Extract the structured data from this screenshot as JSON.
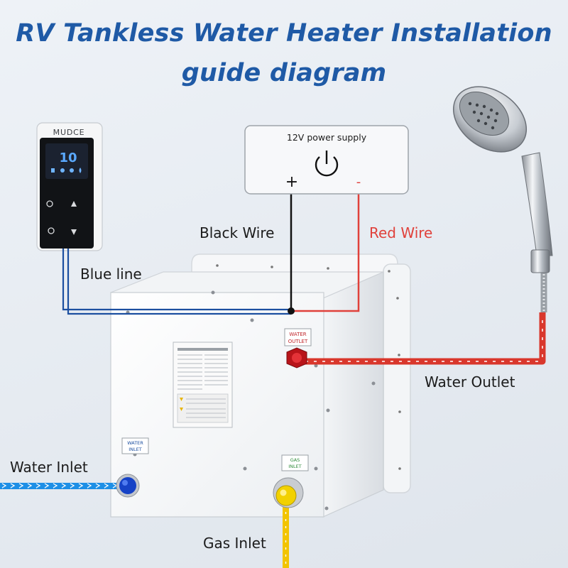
{
  "title": {
    "line1": "RV Tankless Water Heater Installation",
    "line2": "guide diagram"
  },
  "power_supply": {
    "label": "12V power supply",
    "plus": "+",
    "minus": "-"
  },
  "controller": {
    "brand": "MUDCE",
    "display": "10"
  },
  "labels": {
    "black_wire": "Black Wire",
    "red_wire": "Red Wire",
    "blue_line": "Blue line",
    "water_outlet": "Water Outlet",
    "water_inlet": "Water Inlet",
    "gas_inlet": "Gas Inlet"
  },
  "heater_tags": {
    "water_outlet_1": "WATER",
    "water_outlet_2": "OUTLET",
    "water_inlet_1": "WATER",
    "water_inlet_2": "INLET",
    "gas_inlet_1": "GAS",
    "gas_inlet_2": "INLET"
  },
  "colors": {
    "title": "#1f5aa6",
    "red_wire": "#e0413b",
    "water_outlet_line": "#d9372c",
    "water_inlet_line": "#1d8fe6",
    "gas_line": "#f2c400",
    "blue_line": "#1c4fa0"
  }
}
